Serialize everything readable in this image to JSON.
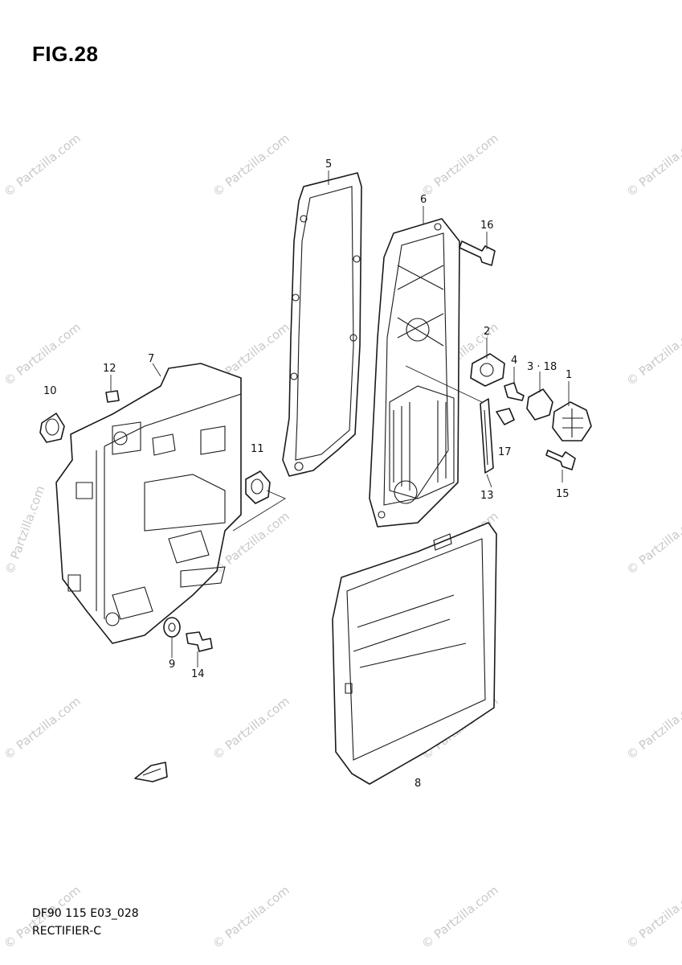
{
  "figure": {
    "title": "FIG.28",
    "code": "DF90 115 E03_028",
    "name": "RECTIFIER-C"
  },
  "callouts": {
    "c1": "1",
    "c2": "2",
    "c3_18": "3 · 18",
    "c4": "4",
    "c5": "5",
    "c6": "6",
    "c7": "7",
    "c8": "8",
    "c9": "9",
    "c10": "10",
    "c11": "11",
    "c12": "12",
    "c13": "13",
    "c14": "14",
    "c15": "15",
    "c16": "16",
    "c17": "17"
  },
  "watermark": {
    "text": "© Partzilla.com"
  },
  "icons": {
    "front_arrow": "front-direction-arrow-icon"
  }
}
